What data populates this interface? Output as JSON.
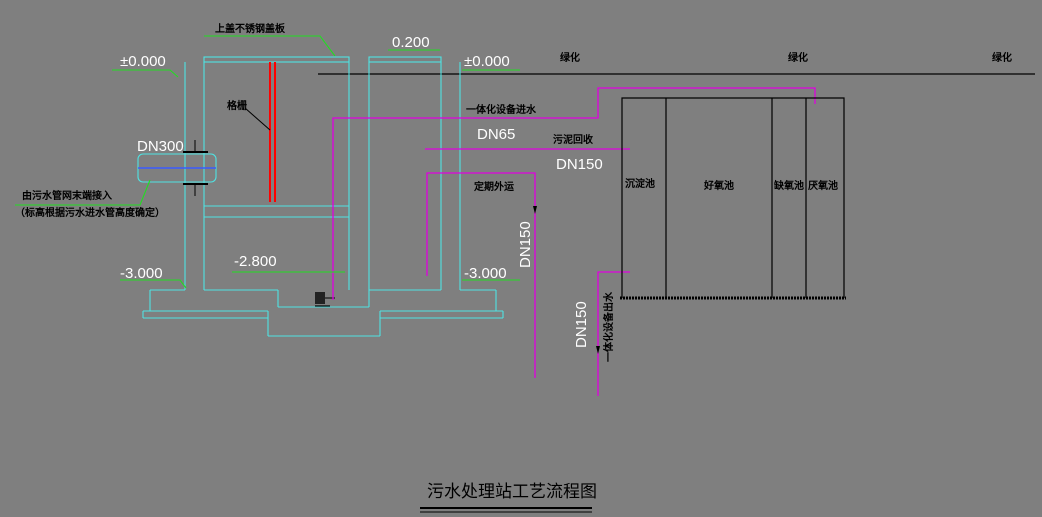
{
  "title": "污水处理站工艺流程图",
  "levels": {
    "ground_left": "±0.000",
    "ground_right": "±0.000",
    "bottom_left": "-3.000",
    "bottom_right": "-3.000",
    "mid": "-2.800",
    "cover_height": "0.200"
  },
  "labels": {
    "cover_plate": "上盖不锈钢盖板",
    "grille": "格栅",
    "pipe_dn300": "DN300",
    "inlet_note_1": "由污水管网末端接入",
    "inlet_note_2": "（标高根据污水进水管高度确定）",
    "equipment_inlet": "一体化设备进水",
    "dn65": "DN65",
    "sludge_return": "污泥回收",
    "dn150_top": "DN150",
    "periodic_removal": "定期外运",
    "dn150_vertical": "DN150",
    "dn150_outlet": "DN150",
    "equipment_outlet": "一体化设备出水",
    "greening": [
      "绿化",
      "绿化",
      "绿化"
    ],
    "tanks": [
      "沉淀池",
      "好氧池",
      "缺氧池",
      "厌氧池"
    ]
  },
  "colors": {
    "background": "#7f7f7f",
    "structure": "#4fe3e3",
    "pipe": "#e000e0",
    "leader": "#22dd22",
    "grille": "#ff0000"
  }
}
